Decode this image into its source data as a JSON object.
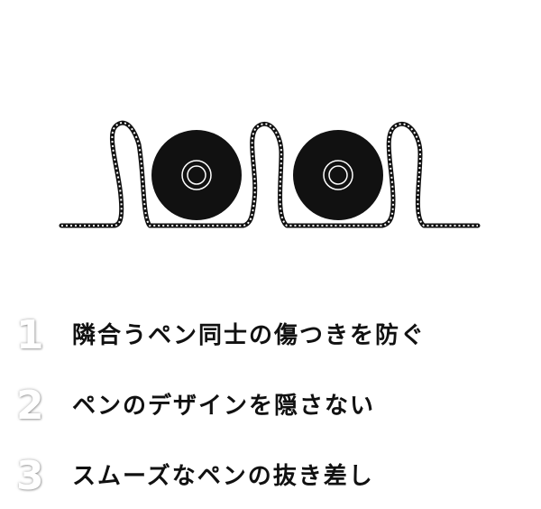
{
  "features": [
    {
      "number": "1",
      "text": "隣合うペン同士の傷つきを防ぐ"
    },
    {
      "number": "2",
      "text": "ペンのデザインを隠さない"
    },
    {
      "number": "3",
      "text": "スムーズなペンの抜き差し"
    }
  ],
  "colors": {
    "ink": "#111111",
    "cord_stripe": "#ffffff",
    "background": "#ffffff"
  }
}
